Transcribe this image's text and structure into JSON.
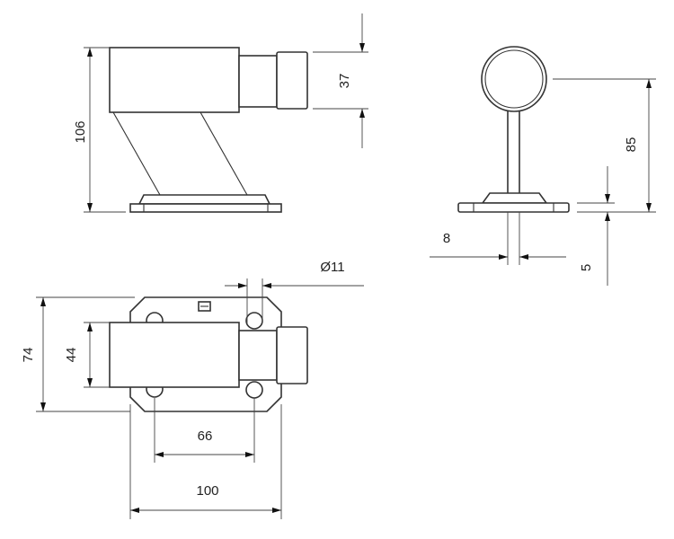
{
  "drawing": {
    "side_view": {
      "height_label": "106",
      "cap_diameter_label": "37"
    },
    "end_view": {
      "height_label": "85",
      "stem_label": "8",
      "base_thickness_label": "5"
    },
    "top_view": {
      "width_label": "74",
      "body_label": "44",
      "hole_spacing_label": "66",
      "base_length_label": "100",
      "hole_diameter_label": "Ø11"
    }
  }
}
